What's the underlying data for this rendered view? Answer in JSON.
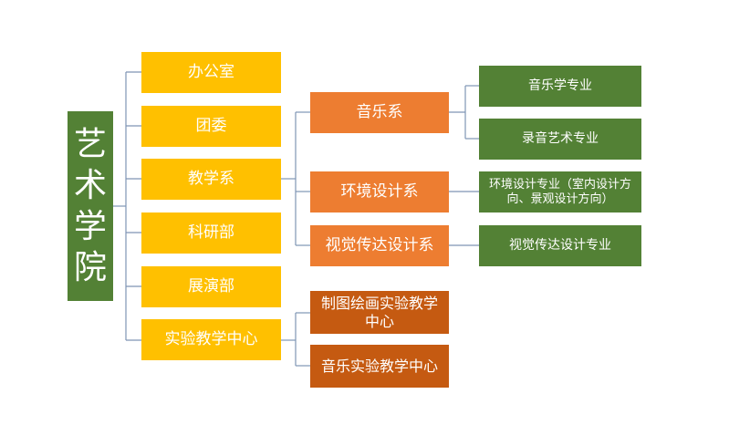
{
  "root": {
    "chars": [
      "艺",
      "术",
      "学",
      "院"
    ]
  },
  "level1": [
    {
      "label": "办公室"
    },
    {
      "label": "团委"
    },
    {
      "label": "教学系"
    },
    {
      "label": "科研部"
    },
    {
      "label": "展演部"
    },
    {
      "label": "实验教学中心"
    }
  ],
  "departments": [
    {
      "label": "音乐系"
    },
    {
      "label": "环境设计系"
    },
    {
      "label": "视觉传达设计系"
    }
  ],
  "labs": [
    {
      "label": "制图绘画实验教学中心"
    },
    {
      "label": "音乐实验教学中心"
    }
  ],
  "majors": [
    {
      "label": "音乐学专业"
    },
    {
      "label": "录音艺术专业"
    },
    {
      "label": "环境设计专业（室内设计方向、景观设计方向）"
    },
    {
      "label": "视觉传达设计专业"
    }
  ],
  "colors": {
    "root": "#538135",
    "level1": "#ffc000",
    "department": "#ed7d31",
    "lab": "#c55a11",
    "major": "#538135",
    "connector": "#7f95b5"
  }
}
